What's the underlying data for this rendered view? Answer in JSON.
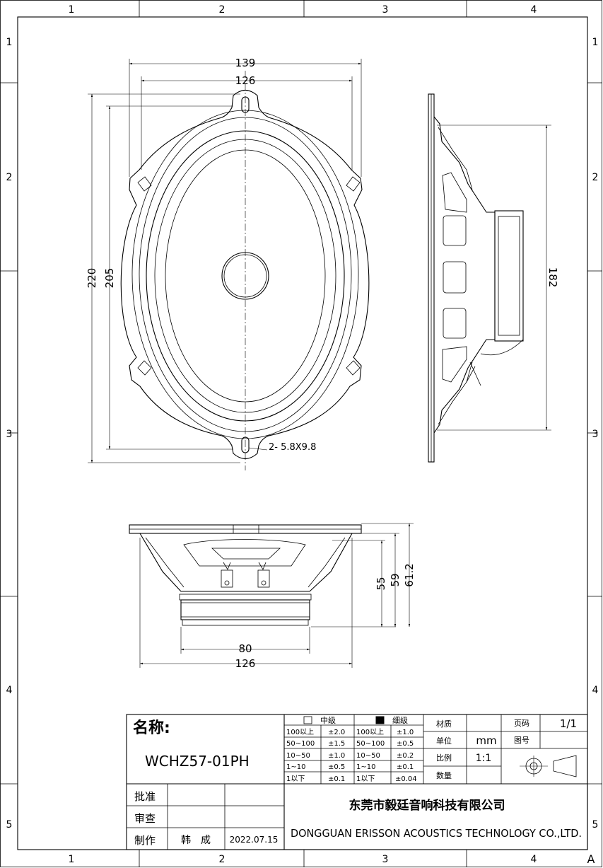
{
  "grid": {
    "columns": [
      "1",
      "2",
      "3",
      "4"
    ],
    "rows": [
      "1",
      "2",
      "3",
      "4",
      "5"
    ],
    "corner_mark": "A"
  },
  "front_view": {
    "dim_overall_width": "139",
    "dim_inner_width": "126",
    "dim_overall_height": "220",
    "dim_inner_height": "205",
    "hole_note": "2- 5.8X9.8"
  },
  "side_view": {
    "dim_depth": "182"
  },
  "bottom_view": {
    "dim_height_a": "55",
    "dim_height_b": "59",
    "dim_height_c": "61.2",
    "dim_magnet": "80",
    "dim_frame": "126"
  },
  "title_block": {
    "name_label": "名称:",
    "model": "WCHZ57-01PH",
    "tolerance": {
      "mid_grade_label": "中级",
      "fine_grade_label": "细级",
      "rows": [
        {
          "range_a": "100以上",
          "tol_a": "±2.0",
          "range_b": "100以上",
          "tol_b": "±1.0"
        },
        {
          "range_a": "50~100",
          "tol_a": "±1.5",
          "range_b": "50~100",
          "tol_b": "±0.5"
        },
        {
          "range_a": "10~50",
          "tol_a": "±1.0",
          "range_b": "10~50",
          "tol_b": "±0.2"
        },
        {
          "range_a": "1~10",
          "tol_a": "±0.5",
          "range_b": "1~10",
          "tol_b": "±0.1"
        },
        {
          "range_a": "1以下",
          "tol_a": "±0.1",
          "range_b": "1以下",
          "tol_b": "±0.04"
        }
      ]
    },
    "material_label": "材质",
    "material_value": "",
    "unit_label": "单位",
    "unit_value": "mm",
    "scale_label": "比例",
    "scale_value": "1:1",
    "quantity_label": "数量",
    "quantity_value": "",
    "page_label": "页码",
    "page_value": "1/1",
    "drawing_no_label": "图号",
    "drawing_no_value": "",
    "approve_label": "批准",
    "review_label": "审查",
    "make_label": "制作",
    "maker_name": "韩　成",
    "date": "2022.07.15",
    "company_cn": "东莞市毅廷音响科技有限公司",
    "company_en": "DONGGUAN ERISSON ACOUSTICS TECHNOLOGY CO.,LTD."
  }
}
